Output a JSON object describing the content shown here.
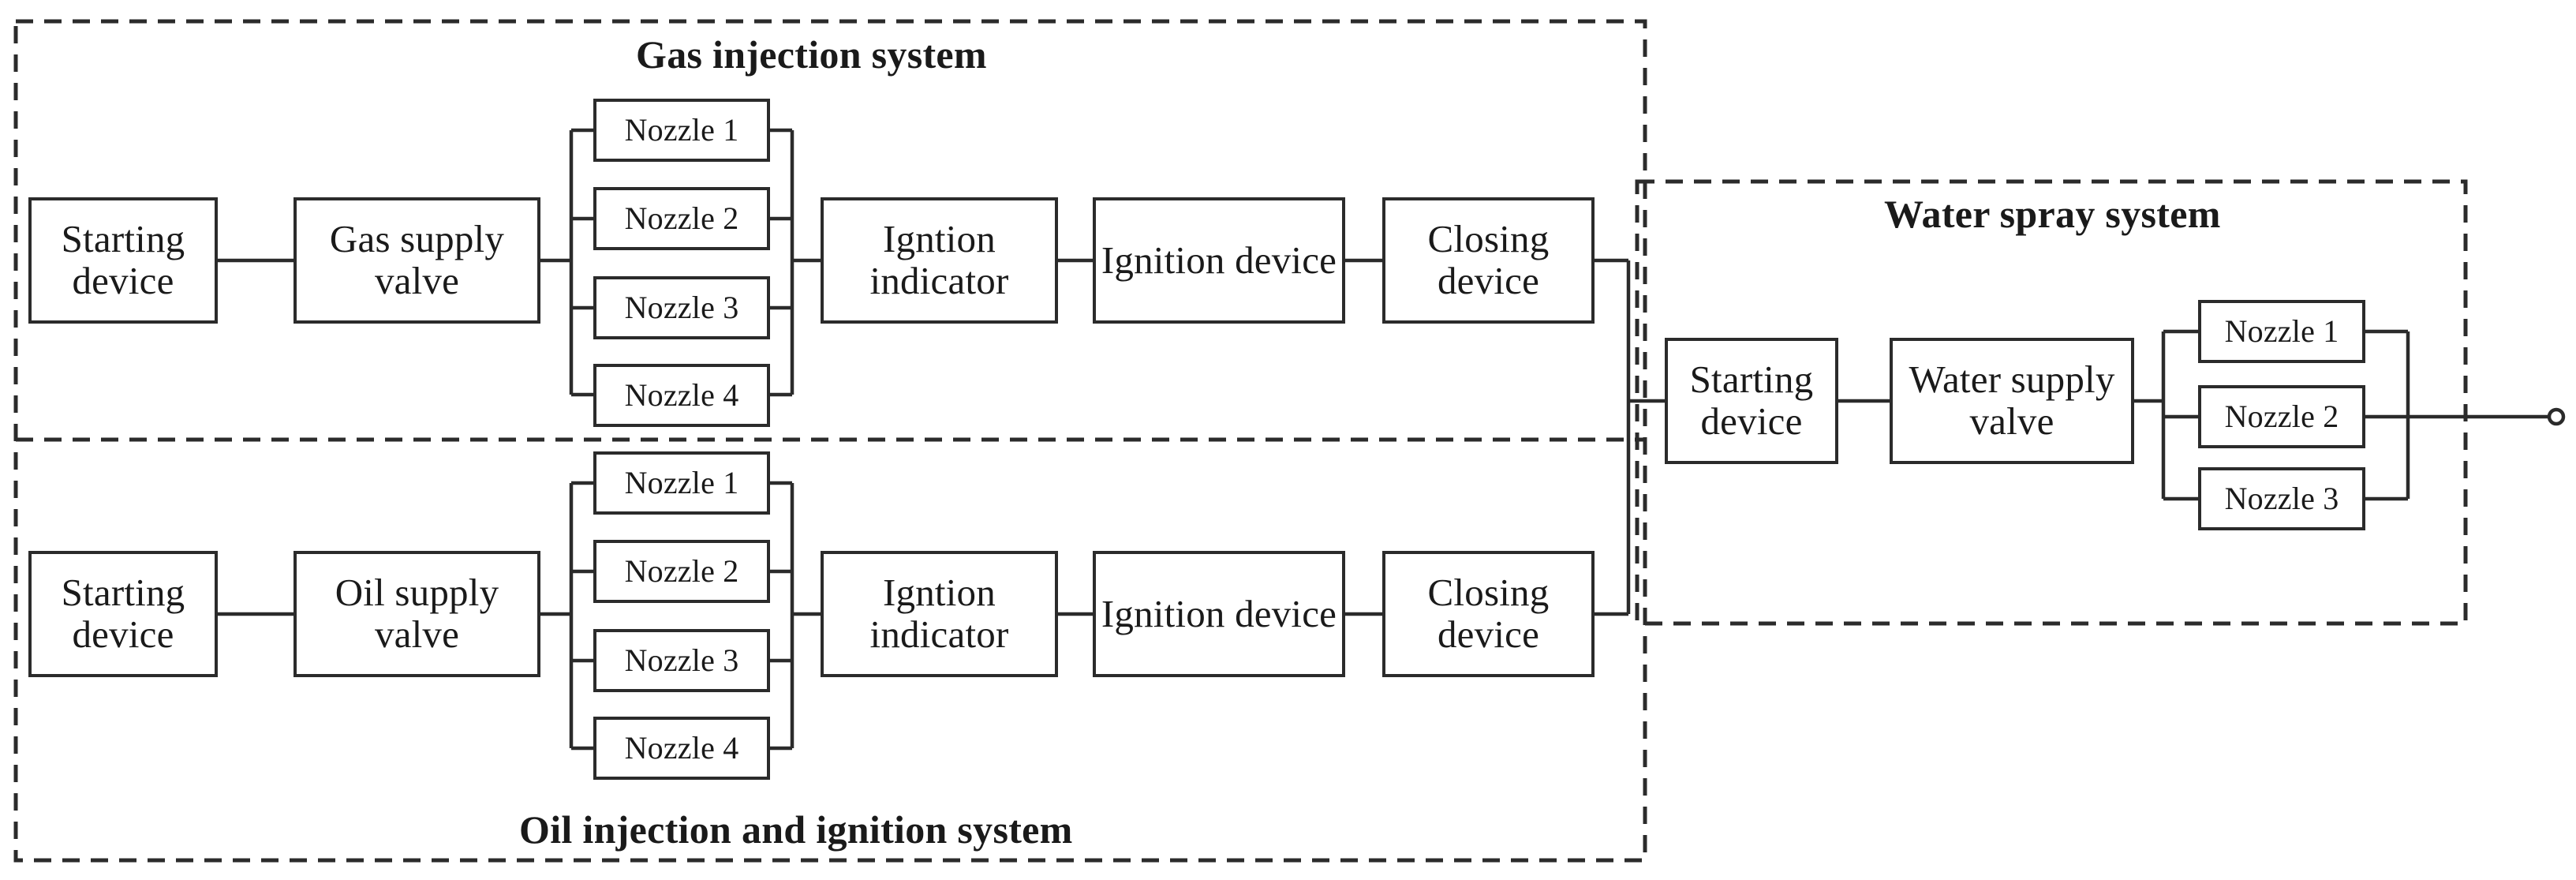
{
  "diagram": {
    "titles": {
      "gas": "Gas injection system",
      "oil": "Oil injection and ignition system",
      "water": "Water spray system"
    },
    "gas_system": {
      "starting_device": "Starting device",
      "supply_valve": "Gas supply valve",
      "nozzles": [
        "Nozzle 1",
        "Nozzle 2",
        "Nozzle 3",
        "Nozzle 4"
      ],
      "ignition_indicator": "Igntion indicator",
      "ignition_device": "Ignition device",
      "closing_device": "Closing device"
    },
    "oil_system": {
      "starting_device": "Starting device",
      "supply_valve": "Oil supply valve",
      "nozzles": [
        "Nozzle 1",
        "Nozzle 2",
        "Nozzle 3",
        "Nozzle 4"
      ],
      "ignition_indicator": "Igntion indicator",
      "ignition_device": "Ignition device",
      "closing_device": "Closing device"
    },
    "water_system": {
      "starting_device": "Starting device",
      "supply_valve": "Water supply valve",
      "nozzles": [
        "Nozzle 1",
        "Nozzle 2",
        "Nozzle 3"
      ]
    },
    "colors": {
      "stroke": "#2b2b2b",
      "text": "#1a1a1a",
      "background": "#ffffff"
    }
  }
}
